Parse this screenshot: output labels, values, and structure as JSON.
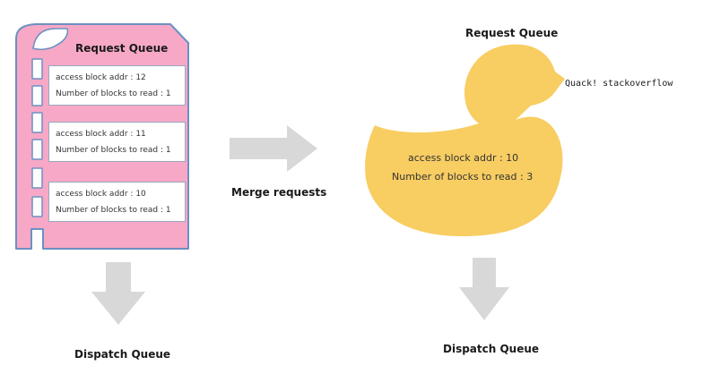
{
  "left": {
    "title": "Request Queue",
    "requests": [
      {
        "addr_line": "access block addr : 12",
        "count_line": "Number of blocks to read : 1"
      },
      {
        "addr_line": "access block addr : 11",
        "count_line": "Number of blocks to read : 1"
      },
      {
        "addr_line": "access block addr : 10",
        "count_line": "Number of blocks to read : 1"
      }
    ],
    "dispatch_label": "Dispatch Queue"
  },
  "middle": {
    "merge_label": "Merge requests"
  },
  "right": {
    "title": "Request Queue",
    "quack_label": "Quack! stackoverflow",
    "merged_addr_line": "access block addr : 10",
    "merged_count_line": "Number of blocks to read : 3",
    "dispatch_label": "Dispatch Queue"
  },
  "colors": {
    "folder_fill": "#f6a8c6",
    "folder_stroke": "#6e8fc2",
    "duck_fill": "#f8cd62",
    "arrow_fill": "#d8d8d8"
  }
}
